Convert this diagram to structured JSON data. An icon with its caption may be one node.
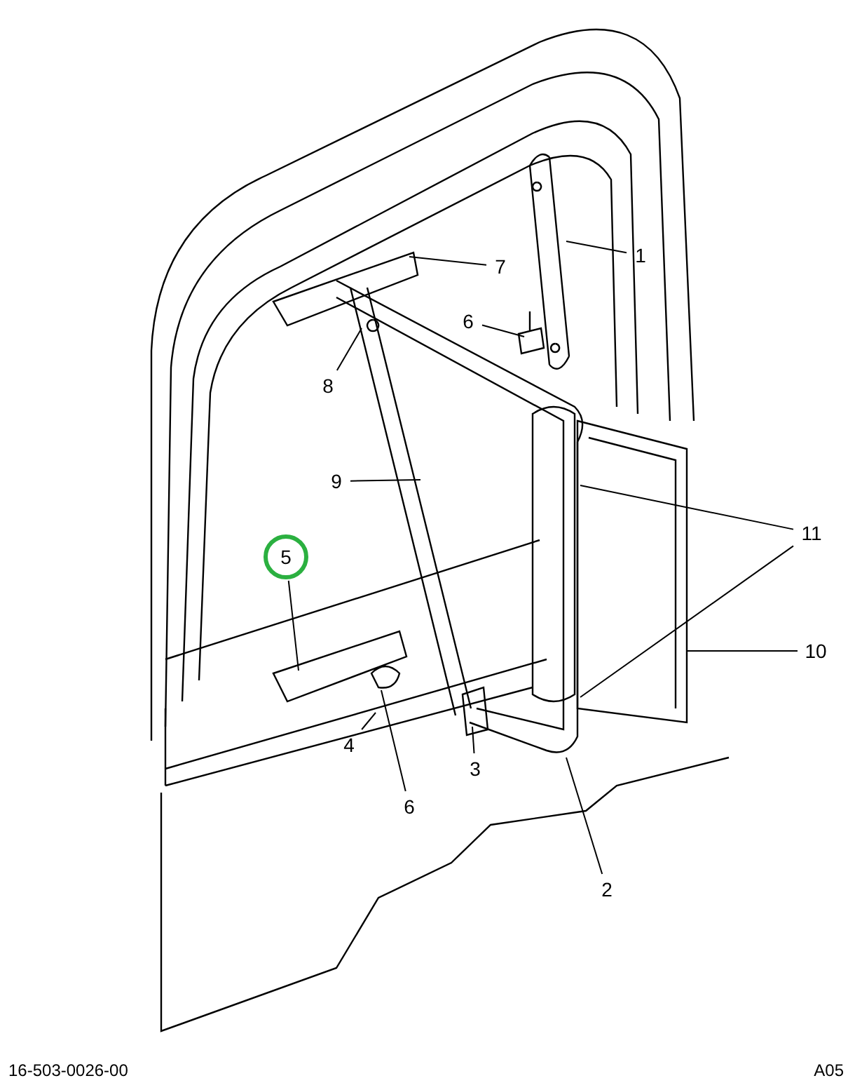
{
  "diagram": {
    "nodes": [
      {
        "text": [
          "1"
        ]
      },
      {
        "text": [
          "2"
        ]
      },
      {
        "text": [
          "3"
        ]
      },
      {
        "text": [
          "4"
        ]
      },
      {
        "text": [
          "5"
        ]
      },
      {
        "text": [
          "6"
        ]
      },
      {
        "text": [
          "6"
        ]
      },
      {
        "text": [
          "7"
        ]
      },
      {
        "text": [
          "8"
        ]
      },
      {
        "text": [
          "9"
        ]
      },
      {
        "text": [
          "10"
        ]
      },
      {
        "text": [
          "11"
        ]
      }
    ],
    "edges": [
      {
        "from": 0,
        "to": null,
        "arrow": "none"
      },
      {
        "from": 1,
        "to": null,
        "arrow": "none"
      },
      {
        "from": 2,
        "to": null,
        "arrow": "none"
      },
      {
        "from": 3,
        "to": null,
        "arrow": "none"
      },
      {
        "from": 4,
        "to": null,
        "arrow": "none"
      },
      {
        "from": 5,
        "to": null,
        "arrow": "none"
      },
      {
        "from": 6,
        "to": null,
        "arrow": "none"
      },
      {
        "from": 7,
        "to": null,
        "arrow": "none"
      },
      {
        "from": 8,
        "to": null,
        "arrow": "none"
      },
      {
        "from": 9,
        "to": null,
        "arrow": "none"
      },
      {
        "from": 10,
        "to": null,
        "arrow": "none"
      },
      {
        "from": 11,
        "to": null,
        "arrow": "none"
      },
      {
        "from": 11,
        "to": null,
        "arrow": "none"
      }
    ],
    "labels": [
      "16-503-0026-00",
      "A05"
    ]
  }
}
